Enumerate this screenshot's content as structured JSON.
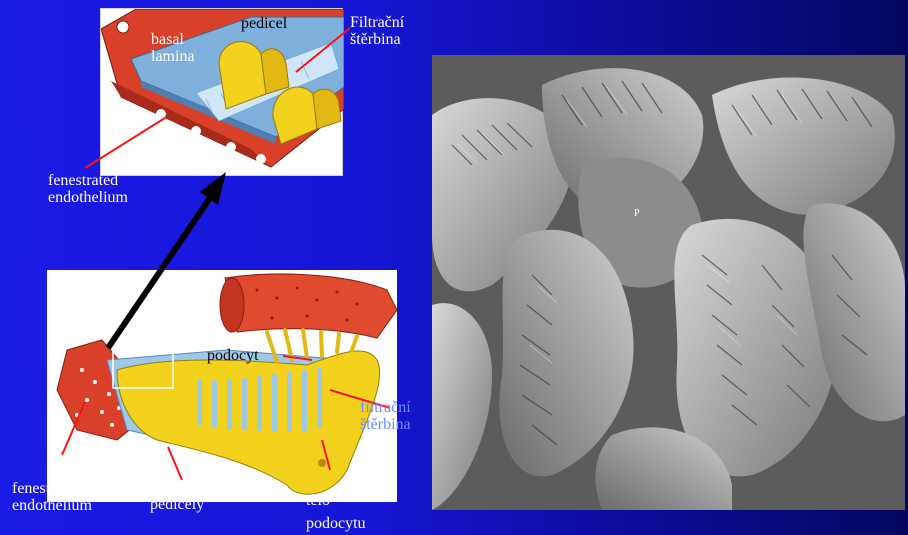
{
  "top_inset": {
    "label_basal_lamina": [
      "basal",
      "lamina"
    ],
    "label_pedicel": "pedicel"
  },
  "labels": {
    "filtracni_sterbina_top": [
      "Filtrační",
      "štěrbina"
    ],
    "fenestrated_endothelium_top": [
      "fenestrated",
      "endothelium"
    ],
    "podocyt": "podocyt",
    "filtracni_sterbina_bottom": [
      "filtrační",
      "štěrbina"
    ],
    "fenestrated_endothelium_bottom": [
      "fenestrated",
      "endothelium"
    ],
    "pedicely": "pedicely",
    "telo_podocytu": [
      "tělo",
      "podocytu"
    ]
  },
  "micrograph": {
    "marker": "P"
  },
  "colors": {
    "background_blue": "#1a1ae6",
    "leader_red": "#ff1010",
    "podocyte_yellow": "#f2d21c",
    "endothelium_red": "#d8402a",
    "lamina_blue": "#9ec8e8"
  }
}
